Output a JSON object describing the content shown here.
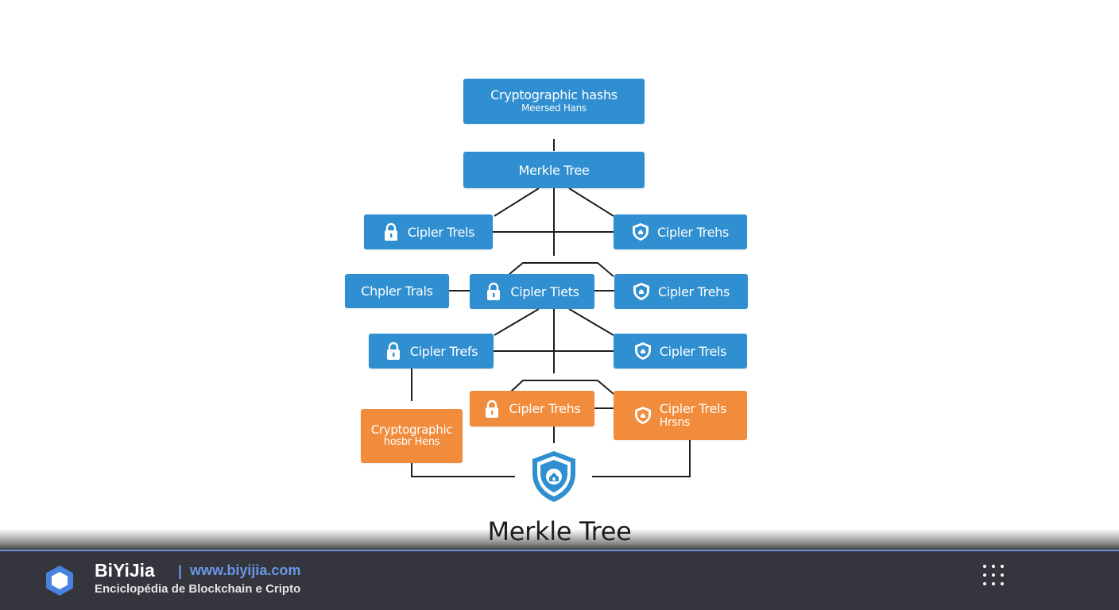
{
  "diagram": {
    "title": "Merkle Tree",
    "nodes": {
      "top": {
        "line1": "Cryptographic hashs",
        "line2": "Meersed Hans",
        "color": "blue"
      },
      "root": {
        "line1": "Merkle Tree",
        "color": "blue"
      },
      "l2_left": {
        "label": "Cipler Trels",
        "icon": "lock-icon",
        "color": "blue"
      },
      "l2_right": {
        "label": "Cipler Trehs",
        "icon": "shield-icon",
        "color": "blue"
      },
      "l3_left": {
        "label": "Chpler Trals",
        "color": "blue"
      },
      "l3_mid": {
        "label": "Cipler Tiets",
        "icon": "lock-icon",
        "color": "blue"
      },
      "l3_right": {
        "label": "Cipler Trehs",
        "icon": "shield-icon",
        "color": "blue"
      },
      "l4_left": {
        "label": "Cipler Trefs",
        "icon": "lock-icon",
        "color": "blue"
      },
      "l4_right": {
        "label": "Cipler Trels",
        "icon": "shield-icon",
        "color": "blue"
      },
      "l5_mid": {
        "label": "Cipler Trehs",
        "icon": "lock-icon",
        "color": "orange"
      },
      "l5_right": {
        "line1": "Cipler Trels",
        "line2": "Hrsns",
        "icon": "shield-icon",
        "color": "orange"
      },
      "l6_left": {
        "line1": "Cryptographic",
        "line2": "hosbr Hens",
        "color": "orange"
      }
    },
    "bottom_icon": "shield-icon"
  },
  "footer": {
    "brand": "BiYiJia",
    "separator": "|",
    "url": "www.biyijia.com",
    "tagline": "Enciclopédia de Blockchain e Cripto",
    "logo_icon": "hexagon-logo-icon",
    "menu_icon": "grid-menu-icon"
  },
  "colors": {
    "node_blue": "#2f8fd0",
    "node_orange": "#f18c3c",
    "footer_bg": "#34353d",
    "footer_link": "#6b97e8"
  }
}
